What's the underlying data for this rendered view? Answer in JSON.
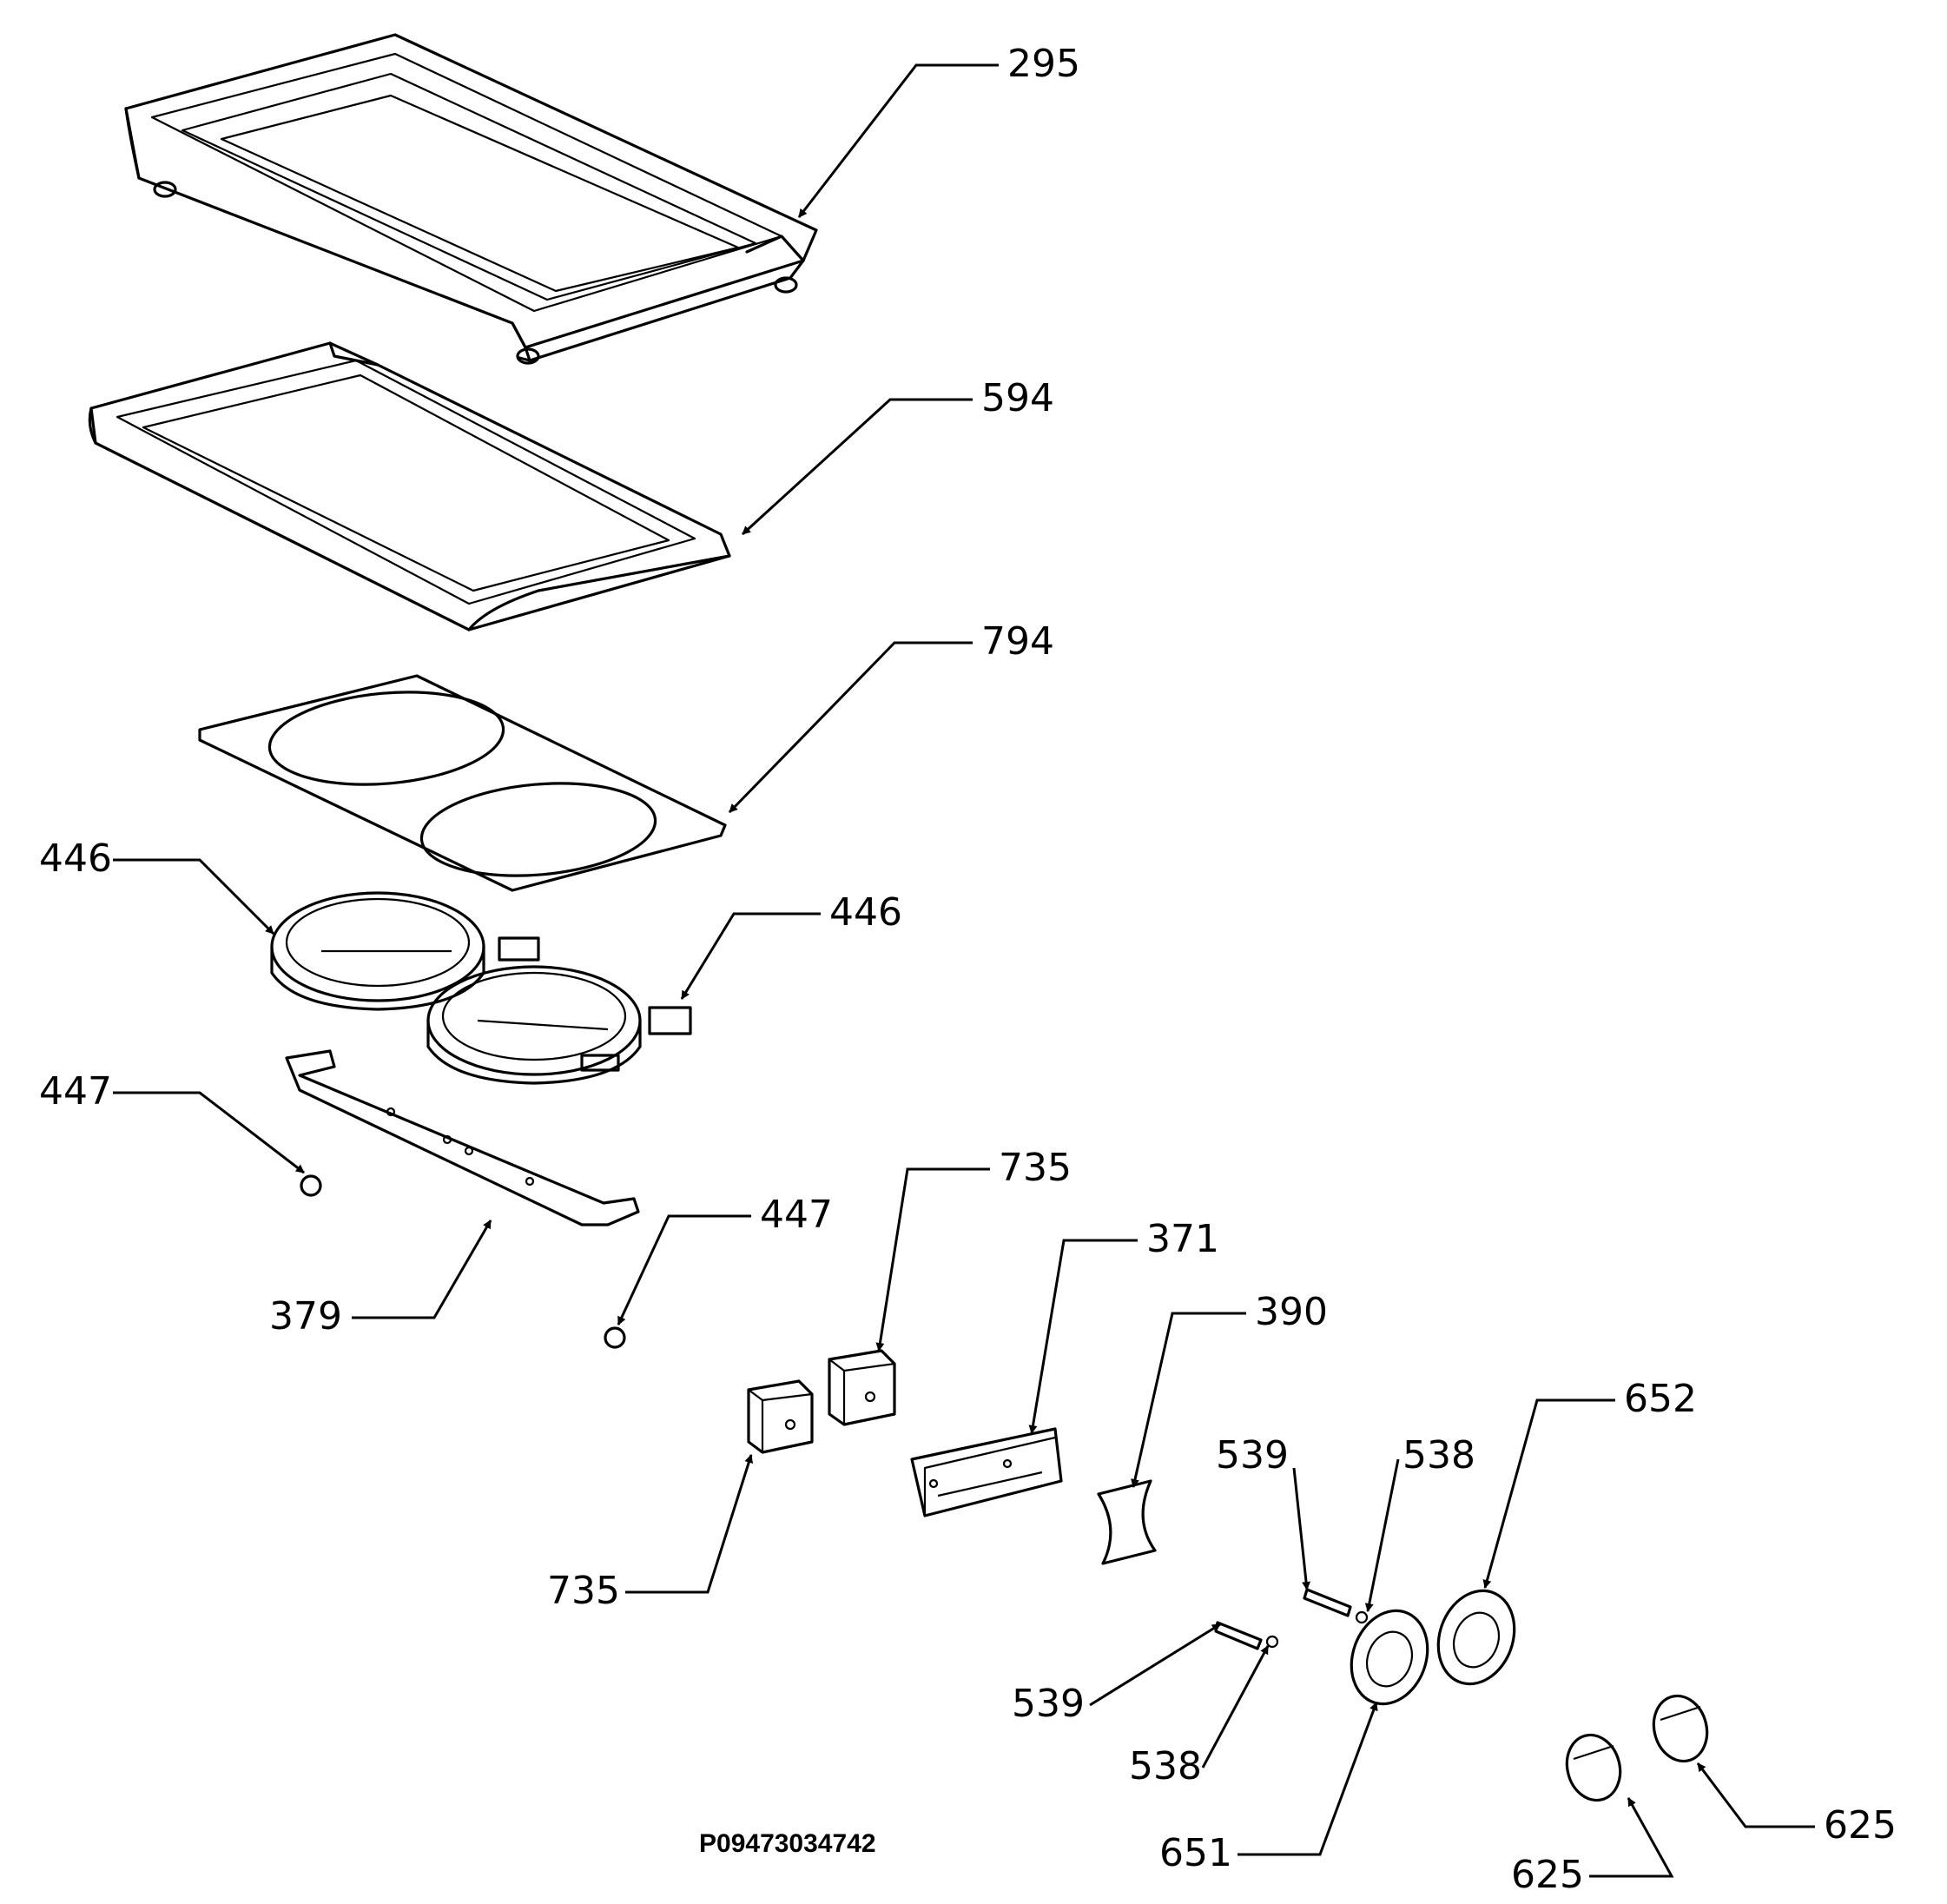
{
  "drawing_number": "P09473034742",
  "callouts": [
    {
      "id": "c295",
      "label": "295"
    },
    {
      "id": "c594",
      "label": "594"
    },
    {
      "id": "c794",
      "label": "794"
    },
    {
      "id": "c446a",
      "label": "446"
    },
    {
      "id": "c446b",
      "label": "446"
    },
    {
      "id": "c447a",
      "label": "447"
    },
    {
      "id": "c447b",
      "label": "447"
    },
    {
      "id": "c379",
      "label": "379"
    },
    {
      "id": "c735a",
      "label": "735"
    },
    {
      "id": "c735b",
      "label": "735"
    },
    {
      "id": "c371",
      "label": "371"
    },
    {
      "id": "c390",
      "label": "390"
    },
    {
      "id": "c539a",
      "label": "539"
    },
    {
      "id": "c538a",
      "label": "538"
    },
    {
      "id": "c539b",
      "label": "539"
    },
    {
      "id": "c538b",
      "label": "538"
    },
    {
      "id": "c652",
      "label": "652"
    },
    {
      "id": "c651",
      "label": "651"
    },
    {
      "id": "c625a",
      "label": "625"
    },
    {
      "id": "c625b",
      "label": "625"
    }
  ]
}
